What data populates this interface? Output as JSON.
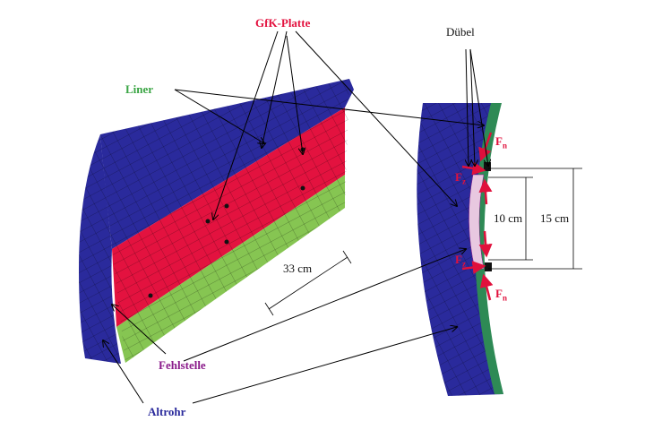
{
  "labels": {
    "gfk": "GfK-Platte",
    "duebel": "Dübel",
    "liner": "Liner",
    "fehlstelle": "Fehlstelle",
    "altrohr": "Altrohr"
  },
  "dimensions": {
    "d33": "33 cm",
    "d10": "10 cm",
    "d15": "15 cm"
  },
  "forces": {
    "fn_symbol": "F",
    "fn_sub": "n",
    "fz_symbol": "F",
    "fz_sub": "z"
  },
  "colors": {
    "altrohr": "#2a2a9c",
    "gfk": "#e3123f",
    "liner": "#86c552",
    "liner_dark": "#2e8a55",
    "fehlstelle": "#8a1a8a",
    "defect": "#e8c8e0",
    "arrow": "#e0103c"
  }
}
